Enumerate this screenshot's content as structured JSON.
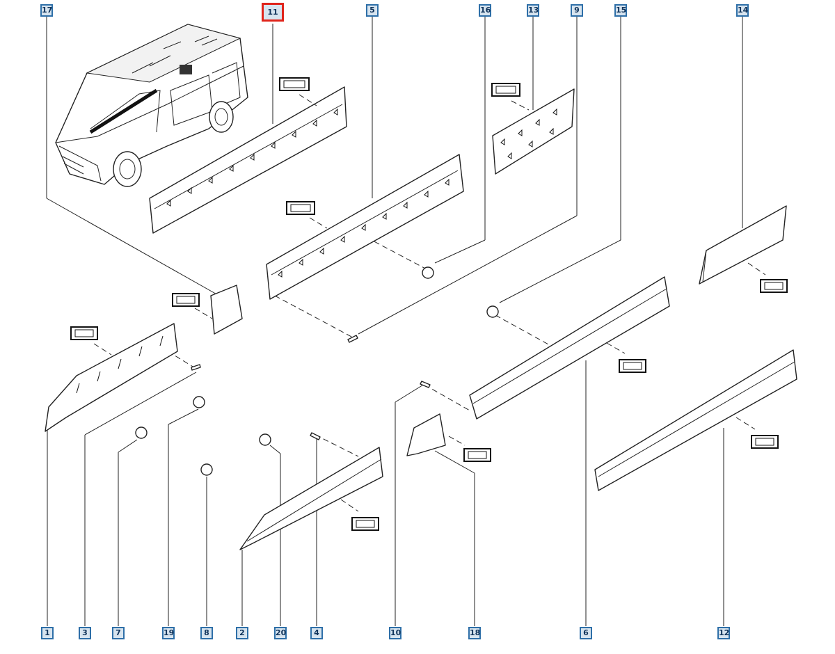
{
  "callouts_top": [
    "17",
    "11",
    "5",
    "16",
    "13",
    "9",
    "15",
    "14"
  ],
  "callouts_bottom": [
    "1",
    "3",
    "7",
    "19",
    "8",
    "2",
    "20",
    "4",
    "10",
    "18",
    "6",
    "12"
  ],
  "selected_callout": "11",
  "colors": {
    "callout_border": "#2e6fa8",
    "callout_fill": "#d7e4ef",
    "selected_border": "#e0241b"
  }
}
